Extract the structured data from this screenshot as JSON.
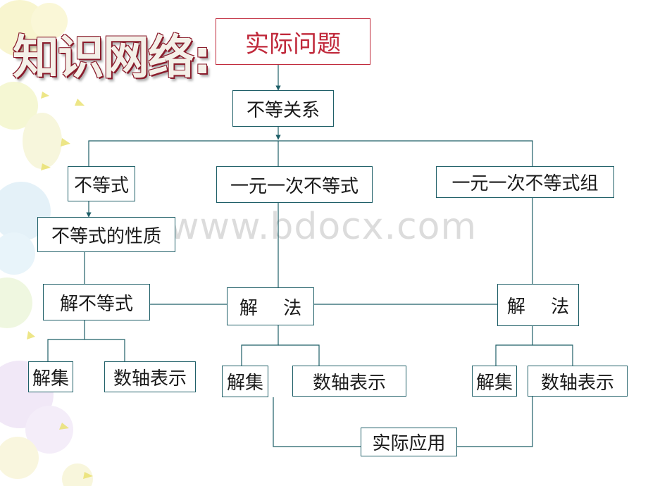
{
  "title": "知识网络:",
  "watermark": "www.bdocx.com",
  "nodes": {
    "practical_problem": "实际问题",
    "inequality_relation": "不等关系",
    "inequality": "不等式",
    "linear_inequality": "一元一次不等式",
    "linear_inequality_system": "一元一次不等式组",
    "inequality_properties": "不等式的性质",
    "solve_inequality": "解不等式",
    "method_mid": "解 法",
    "method_right": "解 法",
    "solution_set_left": "解集",
    "number_line_left": "数轴表示",
    "solution_set_mid": "解集",
    "number_line_mid": "数轴表示",
    "solution_set_right": "解集",
    "number_line_right": "数轴表示",
    "application": "实际应用"
  },
  "colors": {
    "top_box": "#c0283a",
    "box_border": "#1f5f68",
    "connector": "#1f5f68",
    "title_outline": "#8a1c2c",
    "watermark": "#dcdcdc"
  }
}
